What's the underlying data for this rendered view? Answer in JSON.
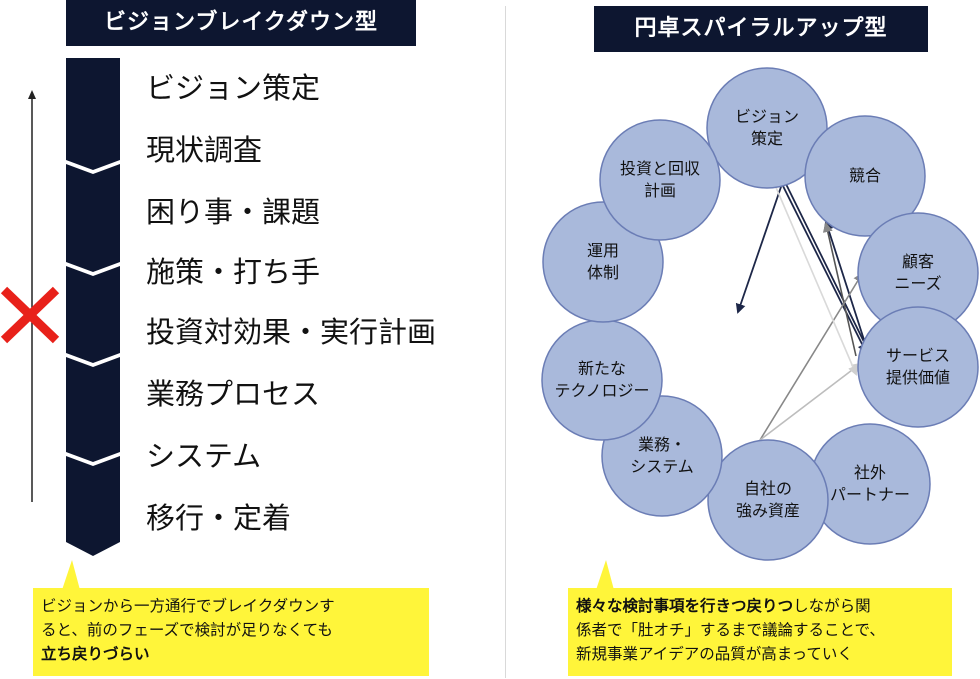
{
  "left": {
    "title": "ビジョンブレイクダウン型",
    "steps": [
      "ビジョン策定",
      "現状調査",
      "困り事・課題",
      "施策・打ち手",
      "投資対効果・実行計画",
      "業務プロセス",
      "システム",
      "移行・定着"
    ],
    "cross_mark": "✕",
    "callout": {
      "line1": "ビジョンから一方通行でブレイクダウンす",
      "line2": "ると、前のフェーズで検討が足りなくても",
      "line3_bold": "立ち戻りづらい"
    }
  },
  "right": {
    "title": "円卓スパイラルアップ型",
    "nodes": [
      "ビジョン\n策定",
      "競合",
      "顧客\nニーズ",
      "サービス\n提供価値",
      "社外\nパートナー",
      "自社の\n強み資産",
      "業務・\nシステム",
      "新たな\nテクノロジー",
      "運用\n体制",
      "投資と回収\n計画"
    ],
    "callout": {
      "bold": "様々な検討事項を行きつ戻りつ",
      "rest1": "しながら関",
      "line2": "係者で「肚オチ」するまで議論することで、",
      "line3": "新規事業アイデアの品質が高まっていく"
    }
  },
  "colors": {
    "navy": "#0d1630",
    "circle_fill": "#a9b9db",
    "circle_stroke": "#6b7db5",
    "callout_yellow": "#fff53a",
    "cross_red": "#e8211a"
  }
}
